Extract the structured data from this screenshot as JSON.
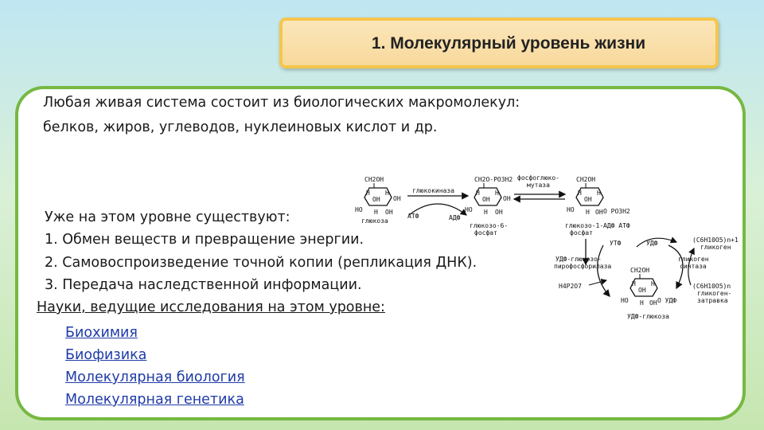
{
  "title": "1. Молекулярный уровень жизни",
  "intro": {
    "line1": "Любая живая система состоит из биологических макромолекул:",
    "line2": "белков, жиров, углеводов, нуклеиновых кислот и др."
  },
  "exists_heading": "Уже на этом уровне существуют:",
  "exists_items": [
    "1. Обмен веществ и превращение энергии.",
    "2. Самовоспроизведение точной копии (репликация ДНК).",
    "3. Передача наследственной информации."
  ],
  "sciences_heading": "Науки, ведущие исследования на этом уровне:",
  "sciences": [
    "Биохимия",
    "Биофизика",
    "Молекулярная биология",
    "Молекулярная генетика"
  ],
  "diagram_labels": {
    "ch2oh": "CH2OH",
    "ch2o_po3h2": "CH2O-PO3H2",
    "glucokinase": "глюкокиназа",
    "phosphoglucomutase": "фосфоглюко-\nмутаза",
    "atf": "АТФ",
    "adf": "АДФ",
    "glucose": "глюкоза",
    "glucose6p": "глюкозо-6-\nфосфат",
    "glucose1p": "глюкозо-1-\nфосфат",
    "po3h2": "O  PO3H2",
    "udf_glucose_pyro": "УДФ-глюкозо-\nпирофосфорилаза",
    "utf": "УТФ",
    "udf": "УДФ",
    "adf_atf": "АДФ АТФ",
    "h4p2o7": "H4P2O7",
    "udf_glucose": "УДФ-глюкоза",
    "glycogen_synthase": "гликоген\nсинтаза",
    "glycogen_n1": "(C6H10O5)n+1\nгликоген",
    "glycogen_n": "(C6H10O5)n\nгликоген-\nзатравка",
    "o_udf": "O  УДФ",
    "oh": "OH",
    "ho": "HO",
    "h": "H"
  }
}
